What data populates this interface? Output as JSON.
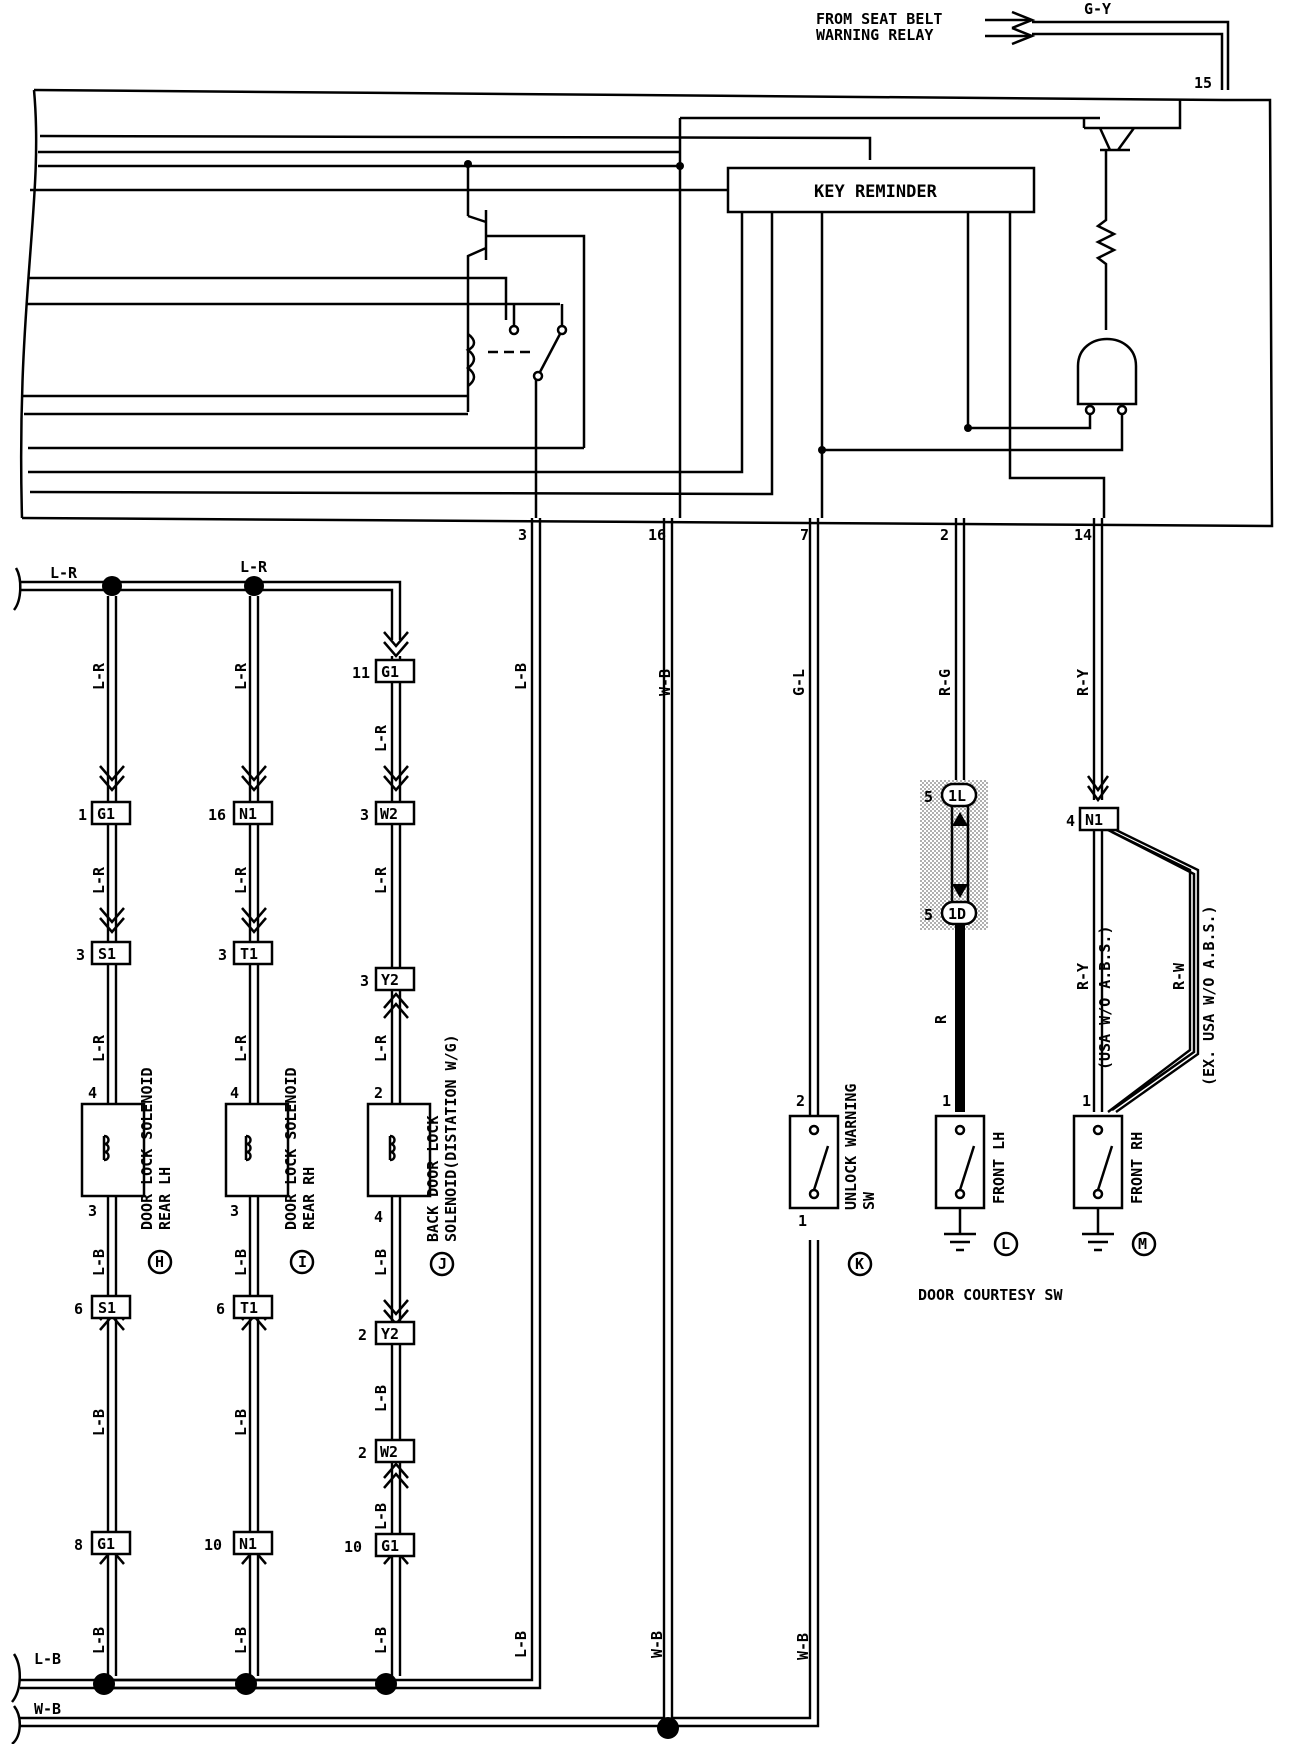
{
  "header": {
    "source_line1": "FROM SEAT BELT",
    "source_line2": "WARNING RELAY",
    "source_wire": "G-Y",
    "source_pin": "15"
  },
  "ecu": {
    "key_reminder_label": "KEY REMINDER",
    "pins": [
      "3",
      "16",
      "7",
      "2",
      "14"
    ]
  },
  "bus": {
    "top_label_left": "L-R",
    "top_label_mid": "L-R",
    "bottom_label_lb": "L-B",
    "bottom_label_wb": "W-B"
  },
  "wires": {
    "pin3": "L-B",
    "pin16": "W-B",
    "pin7": "G-L",
    "pin2": "R-G",
    "pin14": "R-Y",
    "pin3_bottom": "L-B",
    "pin16_bottom": "W-B",
    "pin7_bottom": "W-B",
    "h_lr1": "L-R",
    "h_lr2": "L-R",
    "h_lr3": "L-R",
    "h_lb1": "L-B",
    "h_lb2": "L-B",
    "h_lb3": "L-B",
    "i_lr1": "L-R",
    "i_lr2": "L-R",
    "i_lr3": "L-R",
    "i_lb1": "L-B",
    "i_lb2": "L-B",
    "i_lb3": "L-B",
    "j_lr1": "L-R",
    "j_lr2": "L-R",
    "j_lr3": "L-R",
    "j_lb1": "L-B",
    "j_lb2": "L-B",
    "j_lb3": "L-B",
    "j_lb4": "L-B",
    "l_r": "R",
    "m_ry": "R-Y",
    "m_rw": "R-W",
    "m_usa": "(USA W/O A.B.S.)",
    "m_exusa": "(EX. USA W/O A.B.S.)"
  },
  "connectors": {
    "h": [
      {
        "pin": "1",
        "id": "G1"
      },
      {
        "pin": "3",
        "id": "S1"
      },
      {
        "pin": "6",
        "id": "S1"
      },
      {
        "pin": "8",
        "id": "G1"
      }
    ],
    "i": [
      {
        "pin": "16",
        "id": "N1"
      },
      {
        "pin": "3",
        "id": "T1"
      },
      {
        "pin": "6",
        "id": "T1"
      },
      {
        "pin": "10",
        "id": "N1"
      }
    ],
    "j": [
      {
        "pin": "11",
        "id": "G1"
      },
      {
        "pin": "3",
        "id": "W2"
      },
      {
        "pin": "3",
        "id": "Y2"
      },
      {
        "pin": "2",
        "id": "Y2"
      },
      {
        "pin": "2",
        "id": "W2"
      },
      {
        "pin": "10",
        "id": "G1"
      }
    ],
    "l": [
      {
        "pin": "5",
        "id": "1L"
      },
      {
        "pin": "5",
        "id": "1D"
      }
    ],
    "m": [
      {
        "pin": "4",
        "id": "N1"
      }
    ]
  },
  "components": {
    "h": {
      "letter": "H",
      "line1": "DOOR LOCK SOLENOID",
      "line2": "REAR LH",
      "pin_top": "4",
      "pin_bot": "3"
    },
    "i": {
      "letter": "I",
      "line1": "DOOR LOCK SOLENOID",
      "line2": "REAR RH",
      "pin_top": "4",
      "pin_bot": "3"
    },
    "j": {
      "letter": "J",
      "line1": "BACK DOOR LOCK",
      "line2": "SOLENOID(DISTATION W/G)",
      "pin_top": "2",
      "pin_bot": "4"
    },
    "k": {
      "letter": "K",
      "line1": "UNLOCK WARNING",
      "line2": "SW",
      "pin_top": "2",
      "pin_bot": "1"
    },
    "l": {
      "letter": "L",
      "line1": "FRONT LH",
      "pin_top": "1"
    },
    "m": {
      "letter": "M",
      "line1": "FRONT RH",
      "pin_top": "1"
    }
  },
  "group_label": "DOOR COURTESY SW",
  "colors": {
    "ink": "#000000",
    "paper": "#ffffff",
    "shade": "#bdbdbd"
  }
}
